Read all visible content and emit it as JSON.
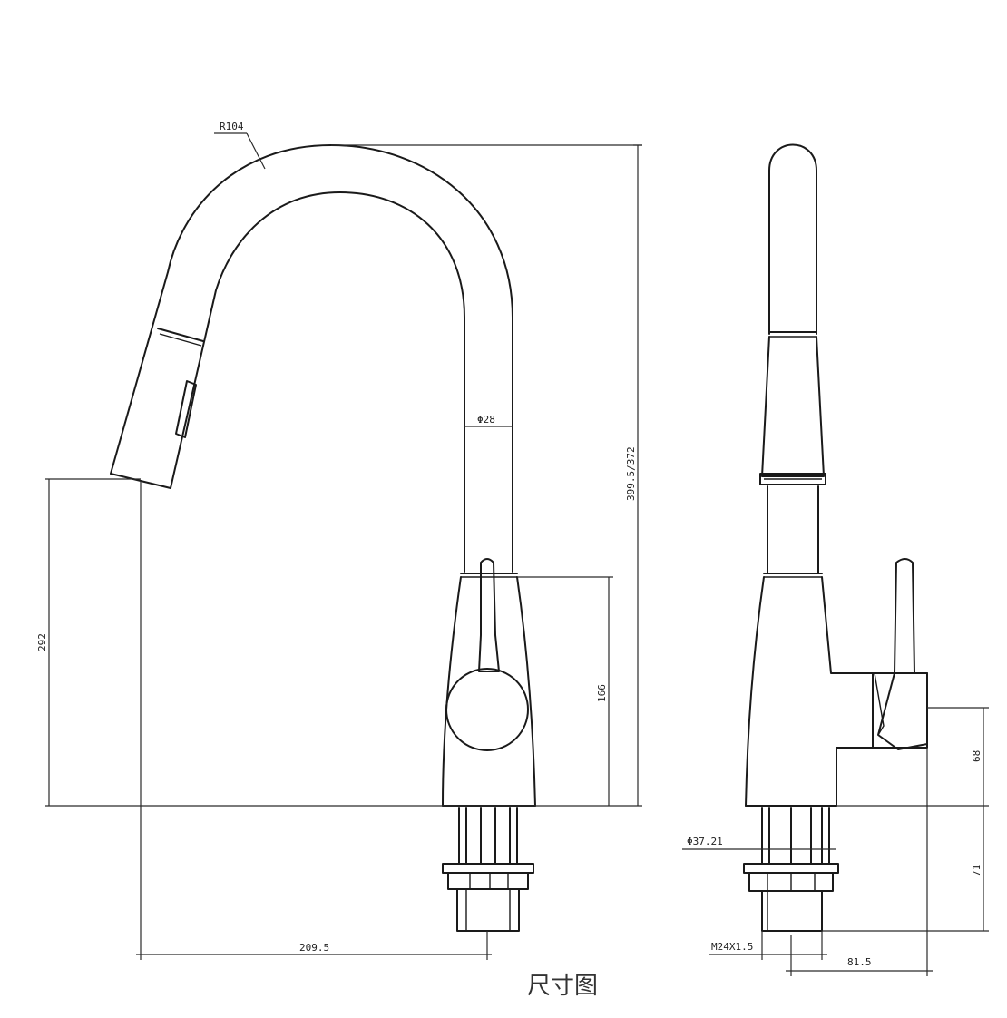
{
  "caption": "尺寸图",
  "dimensions": {
    "arc_radius": "R104",
    "tube_diameter": "Φ28",
    "total_height": "399.5/372",
    "spout_height": "292",
    "handle_height": "166",
    "reach": "209.5",
    "base_diameter": "Φ37.21",
    "thread": "M24X1.5",
    "side_height": "68",
    "shank_length": "71",
    "depth": "81.5"
  }
}
